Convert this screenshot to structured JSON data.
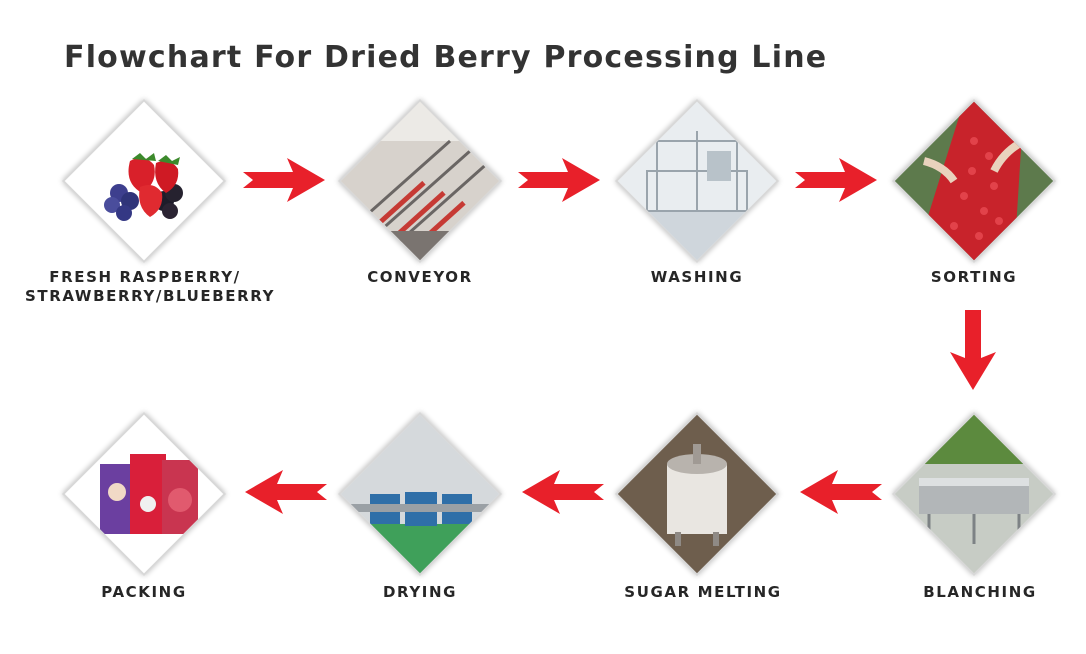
{
  "title": "Flowchart For Dried Berry Processing Line",
  "steps": [
    {
      "line1": "FRESH RASPBERRY/",
      "line2": "STRAWBERRY/BLUEBERRY",
      "image": "berries-photo"
    },
    {
      "line1": "CONVEYOR",
      "image": "conveyor-photo"
    },
    {
      "line1": "WASHING",
      "image": "washing-machine-photo"
    },
    {
      "line1": "SORTING",
      "image": "sorting-photo"
    },
    {
      "line1": "BLANCHING",
      "image": "blanching-machine-photo"
    },
    {
      "line1": "SUGAR MELTING",
      "image": "sugar-tank-photo"
    },
    {
      "line1": "DRYING",
      "image": "drying-line-photo"
    },
    {
      "line1": "PACKING",
      "image": "packing-bags-photo"
    }
  ],
  "colors": {
    "arrow": "#e8202a",
    "title": "#333333",
    "label": "#262626"
  }
}
